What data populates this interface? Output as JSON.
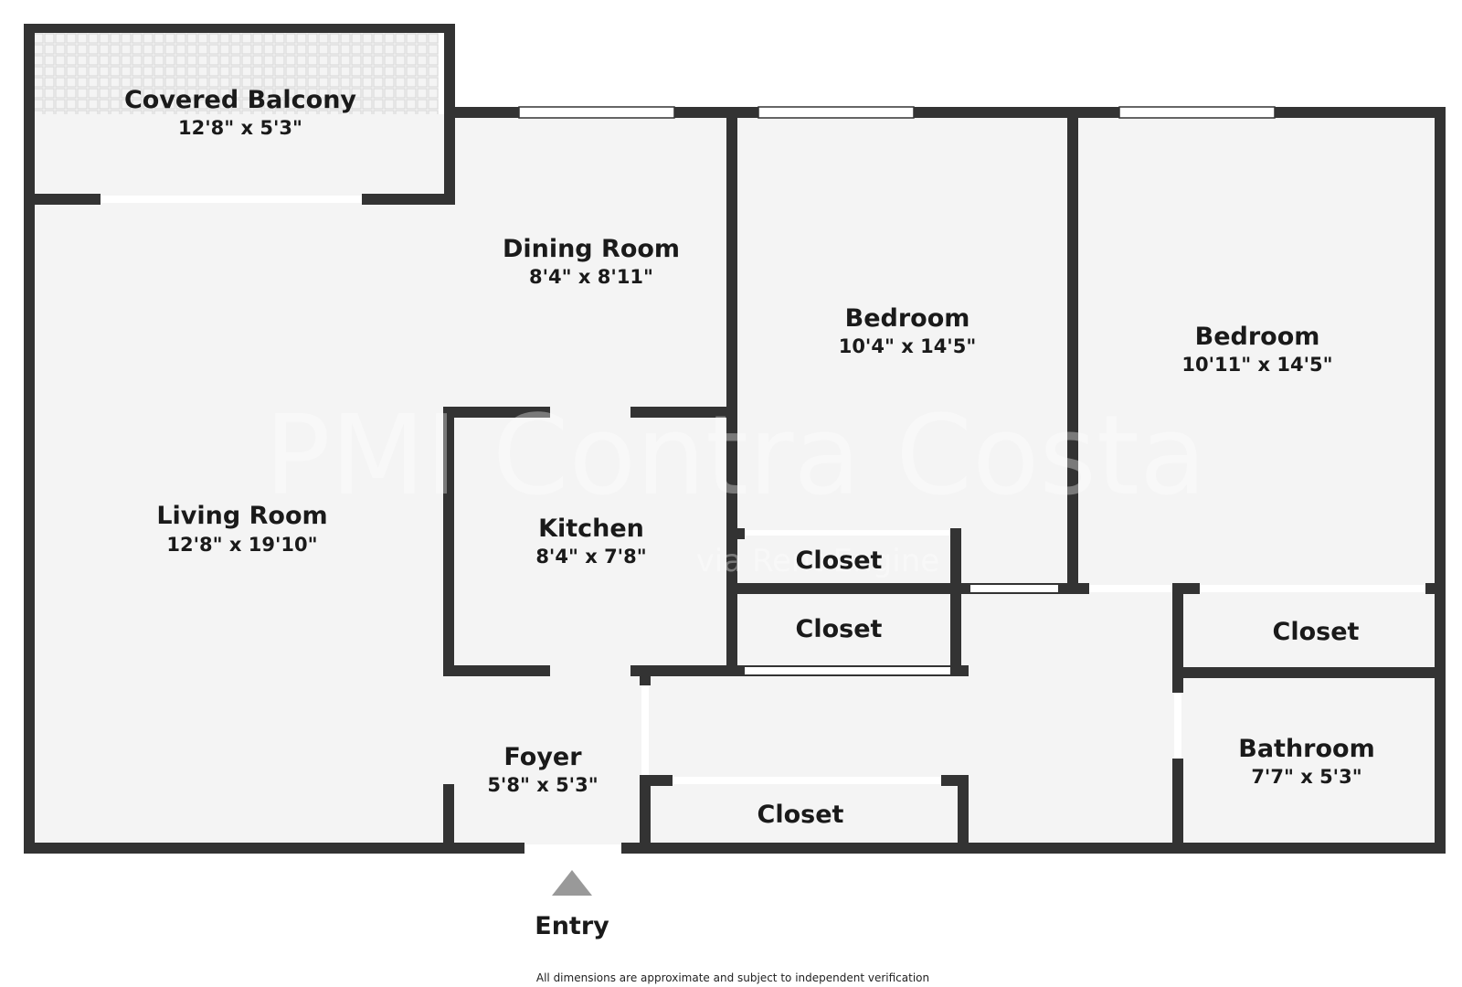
{
  "rooms": {
    "balcony": {
      "name": "Covered Balcony",
      "dims": "12'8\" x 5'3\""
    },
    "dining": {
      "name": "Dining Room",
      "dims": "8'4\" x 8'11\""
    },
    "bedroom1": {
      "name": "Bedroom",
      "dims": "10'4\" x 14'5\""
    },
    "bedroom2": {
      "name": "Bedroom",
      "dims": "10'11\" x 14'5\""
    },
    "living": {
      "name": "Living Room",
      "dims": "12'8\" x 19'10\""
    },
    "kitchen": {
      "name": "Kitchen",
      "dims": "8'4\" x 7'8\""
    },
    "foyer": {
      "name": "Foyer",
      "dims": "5'8\" x 5'3\""
    },
    "bathroom": {
      "name": "Bathroom",
      "dims": "7'7\" x 5'3\""
    },
    "closet_bed1": {
      "name": "Closet"
    },
    "closet_mid": {
      "name": "Closet"
    },
    "closet_bed2": {
      "name": "Closet"
    },
    "closet_bottom": {
      "name": "Closet"
    }
  },
  "entry": {
    "label": "Entry"
  },
  "watermark": {
    "line1": "PMI Contra Costa",
    "line2": "via Rent Engine"
  },
  "footnote": "All dimensions are approximate and subject to independent verification",
  "colors": {
    "wall": "#333333",
    "floor": "#f4f4f4",
    "arrow": "#999999"
  }
}
